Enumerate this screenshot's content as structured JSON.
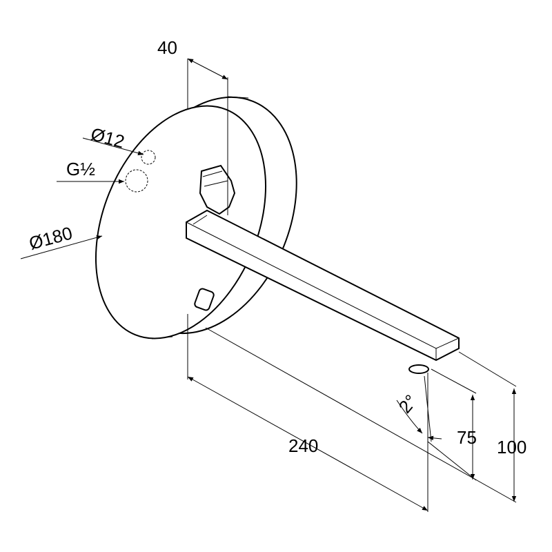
{
  "title": "Wall-mounted spout dimension drawing",
  "dimensions": {
    "depth": "40",
    "pipe_diameter": "Ø12",
    "thread": "G½",
    "rosette_diameter": "Ø180",
    "projection": "240",
    "angle": "2°",
    "outlet_height": "75",
    "total_height": "100"
  },
  "colors": {
    "line": "#000000",
    "background": "#ffffff"
  }
}
